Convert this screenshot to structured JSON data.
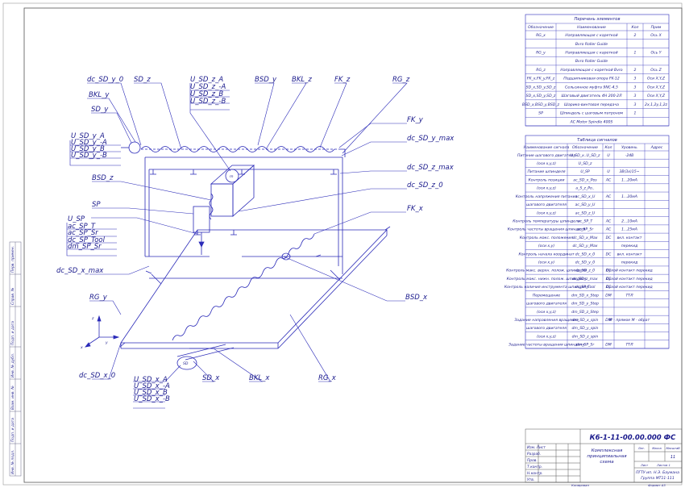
{
  "diagram": {
    "labels": {
      "dc_sd_y_0": "dc_SD_y_0",
      "bkl_y": "BKL_y",
      "sd_y": "SD_y",
      "sd_z": "SD_z",
      "u_sd_z_a": "U_SD_z_A",
      "u_sd_z_ma": "U_SD_z_-A",
      "u_sd_z_b": "U_SD_z_B",
      "u_sd_z_mb": "U_SD_z_-B",
      "bsd_y": "BSD_y",
      "bkl_z": "BKL_z",
      "fk_z": "FK_z",
      "rg_z": "RG_z",
      "u_sd_y_a": "U_SD_y_A",
      "u_sd_y_ma": "U_SD_y_-A",
      "u_sd_y_b": "U_SD_y_B",
      "u_sd_y_mb": "U_SD_y_-B",
      "fk_y": "FK_y",
      "dc_sd_y_max": "dc_SD_y_max",
      "dc_sd_z_max": "dc_SD_z_max",
      "dc_sd_z_0": "dc_SD_z_0",
      "bsd_z": "BSD_z",
      "sp": "SP",
      "u_sp": "U_SP",
      "ac_sp_t": "ac_SP_T",
      "ac_sp_sr": "ac_SP_Sr",
      "dc_sp_tool": "dc_SP_Tool",
      "dm_sp_sr": "dm_SP_Sr",
      "fk_x": "FK_x",
      "dc_sd_x_max": "dc_SD_x_max",
      "rg_y": "RG_y",
      "bsd_x": "BSD_x",
      "dc_sd_x_0": "dc_SD_x_0",
      "u_sd_x_a": "U_SD_x_A",
      "u_sd_x_ma": "U_SD_x_-A",
      "u_sd_x_b": "U_SD_x_B",
      "u_sd_x_mb": "U_SD_x_-B",
      "sd_x": "SD_x",
      "bkl_x": "BKL_x",
      "rg_x": "RG_x",
      "motor_m": "m",
      "motor_x": "SD",
      "axis_z": "z",
      "axis_y": "y",
      "axis_x": "x"
    }
  },
  "elements_table": {
    "title": "Перечень элементов",
    "headers": [
      "Обозначение",
      "Наименование",
      "Кол",
      "Прим"
    ],
    "rows": [
      [
        "RG_x",
        "Направляющая с кареткой",
        "2",
        "Ось X"
      ],
      [
        "",
        "Bvro Roller Guide",
        "",
        ""
      ],
      [
        "RG_y",
        "Направляющая с кареткой",
        "1",
        "Ось Y"
      ],
      [
        "",
        "Bvro Roller Guide",
        "",
        ""
      ],
      [
        "RG_z",
        "Направляющая с кареткой Bvro",
        "2",
        "Ось Z"
      ],
      [
        "FK_x,FK_y,FK_z",
        "Подшипниковая опора FK-12",
        "3",
        "Оси X,Y,Z"
      ],
      [
        "SD_x,SD_y,SD_z",
        "Сельсинное муфта 9NC-4,5",
        "3",
        "Оси X,Y,Z"
      ],
      [
        "SD_x,SD_y,SD_z",
        "Шаговый двигатель 4Н 200-2Л",
        "3",
        "Оси X,Y,Z"
      ],
      [
        "BSD_x,BSD_y,BSD_z",
        "Шарико-винтовая передача",
        "3",
        "2x,1,2y,1,2z"
      ],
      [
        "SP",
        "Шпиндель с шаговым патроном",
        "1",
        ""
      ],
      [
        "",
        "AC Motor Spindle 400S",
        "",
        ""
      ]
    ]
  },
  "signals_table": {
    "title": "Таблица сигналов",
    "headers": [
      "Наименование сигнала",
      "Обозначение",
      "Кол",
      "Уровень",
      "Адрес"
    ],
    "rows": [
      [
        "Питание шагового двигателя",
        "U_SD_x..U_SD_z",
        "U",
        "-24В",
        ""
      ],
      [
        "(оси x,y,z)",
        "U_SD_z",
        "",
        "",
        ""
      ],
      [
        "Питание шпинделя",
        "U_SP",
        "U",
        "3В(3х)15~",
        ""
      ],
      [
        "Контроль позиции",
        "ac_SD_x_Pos",
        "AC",
        "1...20мА",
        ""
      ],
      [
        "(оси x,y,z)",
        "a_S_z_Po..",
        "",
        "",
        ""
      ],
      [
        "Контроль напряжения питания",
        "ac_SD_x_U",
        "AC",
        "1...20мА",
        ""
      ],
      [
        "шагового двигателя",
        "ac_SD_y_U",
        "",
        "",
        ""
      ],
      [
        "(оси x,y,z)",
        "ac_SD_z_U",
        "",
        "",
        ""
      ],
      [
        "Контроль температуры шпинделя",
        "ac_SP_T",
        "AC",
        "2...10мА",
        ""
      ],
      [
        "Контроль частоты вращения шпинделя",
        "ac_SP_Sr",
        "AC",
        "1...25мА",
        ""
      ],
      [
        "Контроль макс. положения",
        "dc_SD_x_Max",
        "DC",
        "вкл. контакт",
        ""
      ],
      [
        "(оси x,y)",
        "dc_SD_y_Max",
        "",
        "перекид",
        ""
      ],
      [
        "Контроль начала координат",
        "dc_SD_x_0",
        "DC",
        "вкл. контакт",
        ""
      ],
      [
        "(оси x,y)",
        "dc_SD_y_0",
        "",
        "перекид",
        ""
      ],
      [
        "Контроль макс. верхн. полож. шпинделя",
        "dc_SD_z_0",
        "DC",
        "Сухой контакт перекид",
        ""
      ],
      [
        "Контроль макс. нижн. полож. шпинделя",
        "dc_SD_z_max",
        "DC",
        "Сухой контакт перекид",
        ""
      ],
      [
        "Контроль наличия инструмента шпинделя",
        "dc_SP_Tool",
        "DC",
        "Сухой контакт перекид",
        ""
      ],
      [
        "Перемещение",
        "dm_SD_x_Step",
        "DM",
        "ТТЛ",
        ""
      ],
      [
        "шагового двигателя",
        "dm_SD_y_Step",
        "",
        "",
        ""
      ],
      [
        "(оси x,y,z)",
        "dm_SD_z_Step",
        "",
        "",
        ""
      ],
      [
        "Задание направления вращения",
        "dm_SD_x_spin",
        "DM",
        "М - прямое М - обрат",
        ""
      ],
      [
        "шагового двигателя",
        "dm_SD_y_spin",
        "",
        "",
        ""
      ],
      [
        "(оси x,y,z)",
        "dm_SD_z_spin",
        "",
        "",
        ""
      ],
      [
        "Задание частоты вращения шпинделя",
        "dm_SP_Sr",
        "DM",
        "ТТЛ",
        ""
      ]
    ]
  },
  "title_block": {
    "designation": "К6-1-11-00.00.000 ФС",
    "name_line1": "Комплексная",
    "name_line2": "принципиальная",
    "name_line3": "схема",
    "col_lit": "Лит.",
    "col_mass": "Масса",
    "col_scale": "Масштаб",
    "scale_value": "11",
    "sheet_label": "Лист",
    "sheets_label": "Листов 1",
    "org_line1": "ПГТУ ип. Н.Э. Баумана",
    "org_line2": "Группа МТ11-111",
    "left_rows": [
      "Изм. Лист",
      "Разраб.",
      "Пров.",
      "Т.контр.",
      "Н.контр.",
      "Утв."
    ],
    "footer_copy": "Копировал",
    "footer_format": "Формат А3"
  },
  "side_stamp": [
    "Перв. примен.",
    "Справ. №",
    "Подп. и дата",
    "Инв. № дубл.",
    "Взам. инв. №",
    "Подп. и дата",
    "Инв. № подл."
  ],
  "colors": {
    "ink": "#1a1a8c",
    "line": "#2a2ab8",
    "paper": "#ffffff",
    "frame": "#6a6a6a"
  }
}
